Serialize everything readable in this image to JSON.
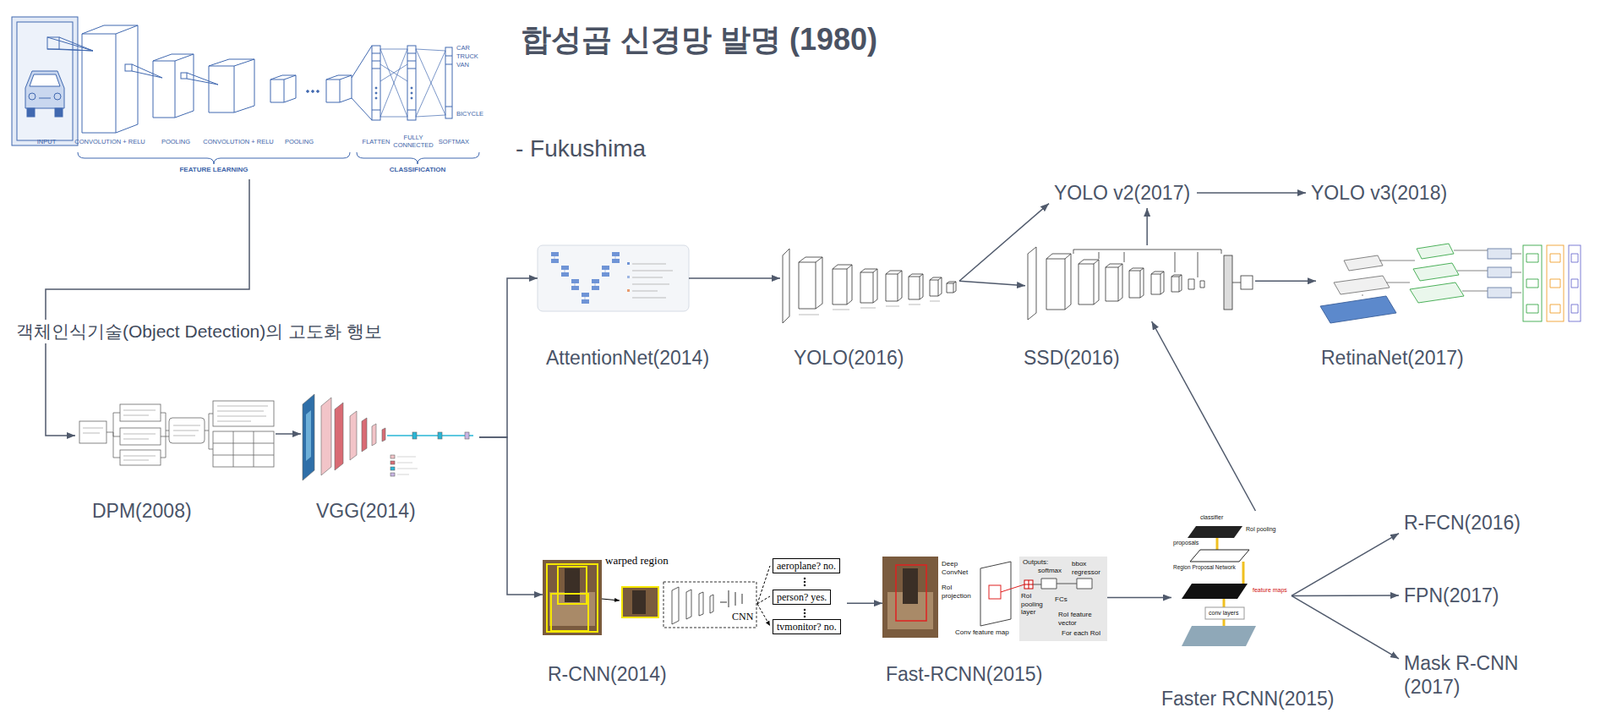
{
  "diagram": {
    "title": "합성곱 신경망 발명 (1980)",
    "nodes": [
      {
        "text": [
          "DPM(2008)"
        ]
      },
      {
        "text": [
          "VGG(2014)"
        ]
      },
      {
        "text": [
          "AttentionNet(2014)"
        ]
      },
      {
        "text": [
          "YOLO(2016)"
        ]
      },
      {
        "text": [
          "SSD(2016)"
        ]
      },
      {
        "text": [
          "YOLO v2(2017)"
        ]
      },
      {
        "text": [
          "YOLO v3(2018)"
        ]
      },
      {
        "text": [
          "RetinaNet(2017)"
        ]
      },
      {
        "text": [
          "R-CNN(2014)"
        ]
      },
      {
        "text": [
          "Fast-RCNN(2015)"
        ]
      },
      {
        "text": [
          "Faster RCNN(2015)"
        ]
      },
      {
        "text": [
          "R-FCN(2016)"
        ]
      },
      {
        "text": [
          "FPN(2017)"
        ]
      },
      {
        "text": [
          "Mask R-CNN (2017)"
        ]
      }
    ],
    "edges": [
      {
        "from": 0,
        "to": 1,
        "arrow": "to"
      },
      {
        "from": 1,
        "to": 2,
        "arrow": "to"
      },
      {
        "from": 1,
        "to": 8,
        "arrow": "to"
      },
      {
        "from": 2,
        "to": 3,
        "arrow": "to"
      },
      {
        "from": 3,
        "to": 4,
        "arrow": "to"
      },
      {
        "from": 3,
        "to": 5,
        "arrow": "to"
      },
      {
        "from": 4,
        "to": 5,
        "arrow": "to"
      },
      {
        "from": 5,
        "to": 6,
        "arrow": "to"
      },
      {
        "from": 4,
        "to": 7,
        "arrow": "to"
      },
      {
        "from": 8,
        "to": 9,
        "arrow": "to"
      },
      {
        "from": 9,
        "to": 10,
        "arrow": "to"
      },
      {
        "from": 10,
        "to": 4,
        "arrow": "to"
      },
      {
        "from": 10,
        "to": 11,
        "arrow": "to"
      },
      {
        "from": 10,
        "to": 12,
        "arrow": "to"
      },
      {
        "from": 10,
        "to": 13,
        "arrow": "to"
      }
    ],
    "labels": [
      "- Fukushima",
      "객체인식기술(Object Detection)의 고도화 행보",
      "INPUT",
      "CONVOLUTION + RELU",
      "POOLING",
      "CONVOLUTION + RELU",
      "POOLING",
      "FLATTEN",
      "FULLY CONNECTED",
      "SOFTMAX",
      "CAR",
      "TRUCK",
      "VAN",
      "BICYCLE",
      "FEATURE LEARNING",
      "CLASSIFICATION",
      "warped region",
      "CNN",
      "aeroplane? no.",
      "person? yes.",
      "tvmonitor? no.",
      "Deep ConvNet",
      "RoI projection",
      "Conv feature map",
      "Outputs:",
      "softmax",
      "bbox regressor",
      "RoI pooling layer",
      "FCs",
      "RoI feature vector",
      "For each RoI",
      "classifier",
      "RoI pooling",
      "proposals",
      "Region Proposal Network",
      "feature maps",
      "conv layers"
    ]
  }
}
